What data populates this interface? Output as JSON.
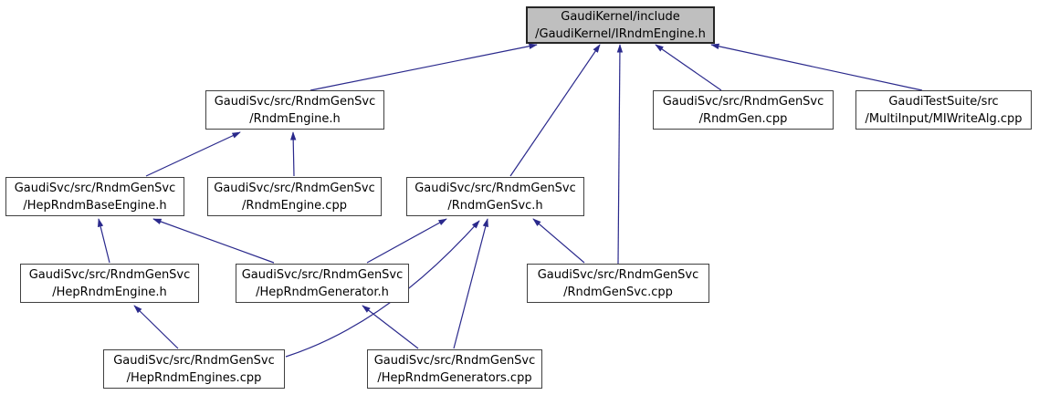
{
  "diagram": {
    "kind": "include-dependency-graph",
    "edge_color": "#2a298c",
    "root_fill": "#bfbfbf",
    "node_fill": "#ffffff",
    "nodes": {
      "irndmengine_h": {
        "line1": "GaudiKernel/include",
        "line2": "/GaudiKernel/IRndmEngine.h",
        "root": true
      },
      "rndmengine_h": {
        "line1": "GaudiSvc/src/RndmGenSvc",
        "line2": "/RndmEngine.h"
      },
      "rndmgen_cpp": {
        "line1": "GaudiSvc/src/RndmGenSvc",
        "line2": "/RndmGen.cpp"
      },
      "miwritealg_cpp": {
        "line1": "GaudiTestSuite/src",
        "line2": "/MultiInput/MIWriteAlg.cpp"
      },
      "heprndmbaseengine_h": {
        "line1": "GaudiSvc/src/RndmGenSvc",
        "line2": "/HepRndmBaseEngine.h"
      },
      "rndmengine_cpp": {
        "line1": "GaudiSvc/src/RndmGenSvc",
        "line2": "/RndmEngine.cpp"
      },
      "rndmgensvc_h": {
        "line1": "GaudiSvc/src/RndmGenSvc",
        "line2": "/RndmGenSvc.h"
      },
      "heprndmengine_h": {
        "line1": "GaudiSvc/src/RndmGenSvc",
        "line2": "/HepRndmEngine.h"
      },
      "heprndmgenerator_h": {
        "line1": "GaudiSvc/src/RndmGenSvc",
        "line2": "/HepRndmGenerator.h"
      },
      "rndmgensvc_cpp": {
        "line1": "GaudiSvc/src/RndmGenSvc",
        "line2": "/RndmGenSvc.cpp"
      },
      "heprndmengines_cpp": {
        "line1": "GaudiSvc/src/RndmGenSvc",
        "line2": "/HepRndmEngines.cpp"
      },
      "heprndmgenerators_cpp": {
        "line1": "GaudiSvc/src/RndmGenSvc",
        "line2": "/HepRndmGenerators.cpp"
      }
    },
    "edges": [
      {
        "from": "rndmengine_h",
        "to": "irndmengine_h"
      },
      {
        "from": "rndmgensvc_h",
        "to": "irndmengine_h"
      },
      {
        "from": "rndmgensvc_cpp",
        "to": "irndmengine_h"
      },
      {
        "from": "rndmgen_cpp",
        "to": "irndmengine_h"
      },
      {
        "from": "miwritealg_cpp",
        "to": "irndmengine_h"
      },
      {
        "from": "heprndmbaseengine_h",
        "to": "rndmengine_h"
      },
      {
        "from": "rndmengine_cpp",
        "to": "rndmengine_h"
      },
      {
        "from": "heprndmengine_h",
        "to": "heprndmbaseengine_h"
      },
      {
        "from": "heprndmgenerator_h",
        "to": "heprndmbaseengine_h"
      },
      {
        "from": "heprndmgenerator_h",
        "to": "rndmgensvc_h"
      },
      {
        "from": "rndmgensvc_cpp",
        "to": "rndmgensvc_h"
      },
      {
        "from": "heprndmengines_cpp",
        "to": "heprndmengine_h"
      },
      {
        "from": "heprndmengines_cpp",
        "to": "rndmgensvc_h"
      },
      {
        "from": "heprndmgenerators_cpp",
        "to": "heprndmgenerator_h"
      },
      {
        "from": "heprndmgenerators_cpp",
        "to": "rndmgensvc_h"
      }
    ]
  }
}
